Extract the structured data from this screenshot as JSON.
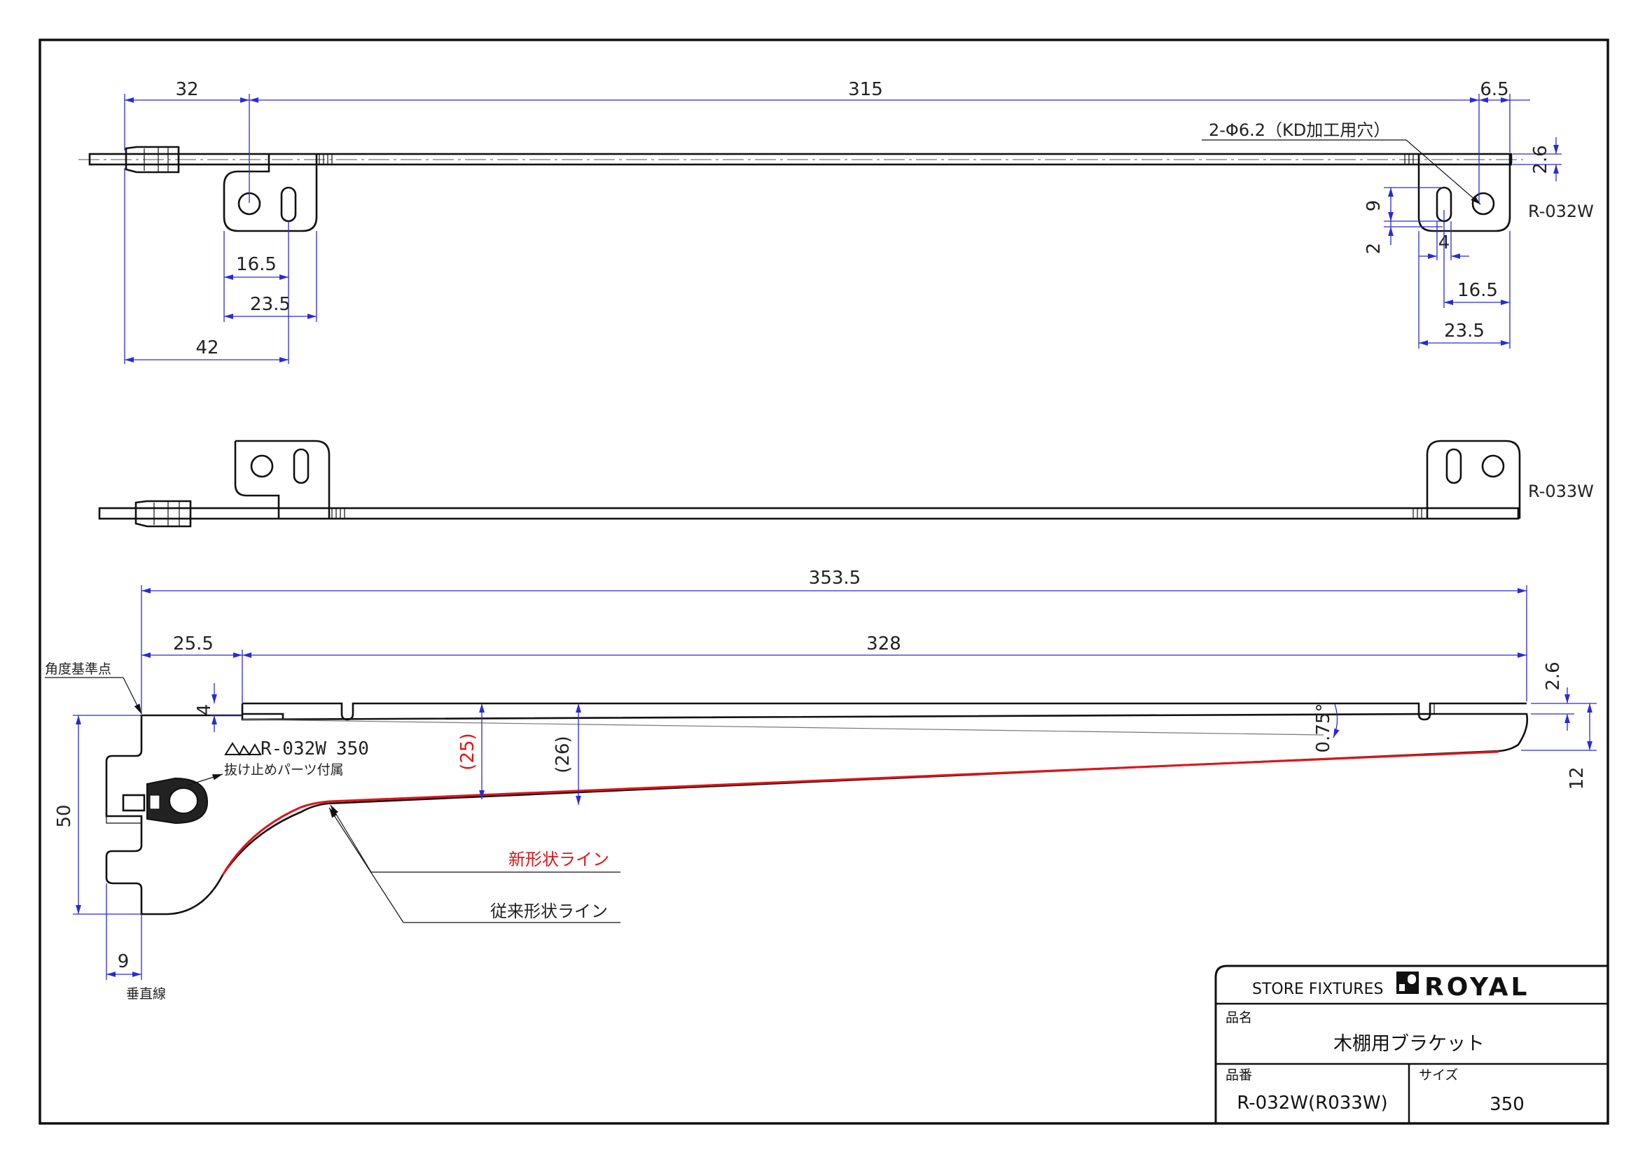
{
  "top_view": {
    "dims": {
      "d32": "32",
      "d315": "315",
      "d6_5": "6.5",
      "d2_6": "2.6",
      "d16_5_left": "16.5",
      "d23_5_left": "23.5",
      "d42": "42",
      "d9": "9",
      "d2": "2",
      "d4": "4",
      "d16_5_right": "16.5",
      "d23_5_right": "23.5"
    },
    "hole_note": "2-Φ6.2（KD加工用穴）",
    "model_label": "R-032W"
  },
  "middle_view": {
    "model_label": "R-033W"
  },
  "side_view": {
    "dims": {
      "d353_5": "353.5",
      "d25_5": "25.5",
      "d328": "328",
      "d4": "4",
      "d25": "(25)",
      "d26": "(26)",
      "angle": "0.75°",
      "d2_6": "2.6",
      "d12": "12",
      "d50": "50",
      "d9": "9"
    },
    "angle_ref": "角度基準点",
    "vertical_line": "垂直線",
    "stamp_model": "R-032W",
    "stamp_size": "350",
    "stopper_note": "抜け止めパーツ付属",
    "new_line": "新形状ライン",
    "old_line": "従来形状ライン"
  },
  "title_block": {
    "company": "STORE FIXTURES",
    "brand": "ROYAL",
    "name_label": "品名",
    "name_value": "木棚用ブラケット",
    "number_label": "品番",
    "number_value": "R-032W(R033W)",
    "size_label": "サイズ",
    "size_value": "350"
  },
  "colors": {
    "dimension": "#2a2ad6",
    "new_shape": "#e0141a",
    "outline": "#111111"
  }
}
